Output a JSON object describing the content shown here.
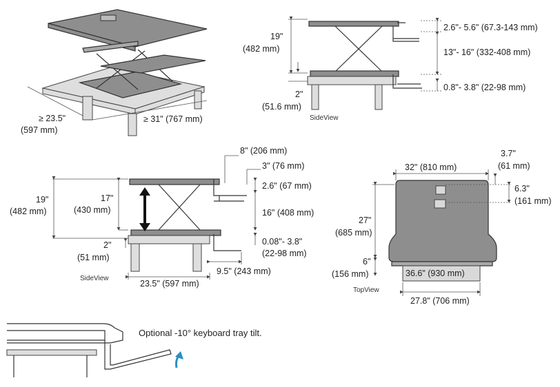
{
  "iso": {
    "depth": "≥ 23.5\"",
    "depth_mm": "(597 mm)",
    "width": "≥ 31\" (767 mm)"
  },
  "side1": {
    "height": "19\"",
    "height_mm": "(482 mm)",
    "base": "2\"",
    "base_mm": "(51.6 mm)",
    "top": "2.6\"- 5.6\" (67.3-143 mm)",
    "mid": "13\"- 16\" (332-408 mm)",
    "bottom": "0.8\"- 3.8\" (22-98 mm)",
    "caption": "SideView"
  },
  "side2": {
    "tray_depth": "8\" (206 mm)",
    "tray_lip": "3\" (76 mm)",
    "height": "19\"",
    "height_mm": "(482 mm)",
    "lift": "17\"",
    "lift_mm": "(430 mm)",
    "top": "2.6\" (67 mm)",
    "mid": "16\" (408 mm)",
    "bottom": "0.08\"- 3.8\"",
    "bottom_mm": "(22-98 mm)",
    "base": "2\"",
    "base_mm": "(51 mm)",
    "clamp": "9.5\" (243 mm)",
    "width": "23.5\" (597 mm)",
    "caption": "SideView"
  },
  "top": {
    "width": "32\" (810 mm)",
    "notch": "3.7\"",
    "notch_mm": "(61 mm)",
    "cut": "6.3\"",
    "cut_mm": "(161 mm)",
    "depth": "27\"",
    "depth_mm": "(685 mm)",
    "tray": "6\"",
    "tray_mm": "(156 mm)",
    "tray_width": "36.6\" (930 mm)",
    "base_width": "27.8\" (706 mm)",
    "caption": "TopView"
  },
  "tilt": {
    "note": "Optional -10° keyboard tray tilt.",
    "arrow_color": "#2a8fc4"
  }
}
